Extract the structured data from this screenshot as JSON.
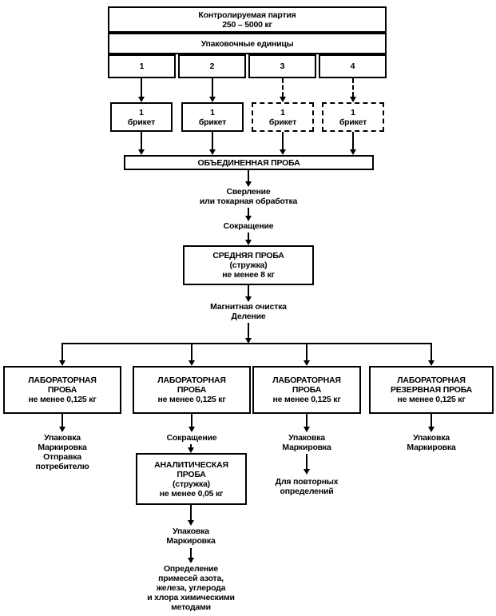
{
  "diagram": {
    "colors": {
      "line": "#000000",
      "background": "#ffffff"
    },
    "batch_box": {
      "label": "Контролируемая партия\n250 – 5000 кг"
    },
    "packing_units_box": {
      "label": "Упаковочные единицы"
    },
    "unit_cells": [
      {
        "label": "1"
      },
      {
        "label": "2"
      },
      {
        "label": "3"
      },
      {
        "label": "4"
      }
    ],
    "briquettes": [
      {
        "label": "1\nбрикет",
        "dashed": false
      },
      {
        "label": "1\nбрикет",
        "dashed": false
      },
      {
        "label": "1\nбрикет",
        "dashed": true
      },
      {
        "label": "1\nбрикет",
        "dashed": true
      }
    ],
    "combined_sample": {
      "label": "ОБЪЕДИНЕННАЯ ПРОБА"
    },
    "drilling_step": {
      "label": "Сверление\nили токарная обработка"
    },
    "reduction_step_1": {
      "label": "Сокращение"
    },
    "average_sample": {
      "label": "СРЕДНЯЯ ПРОБА\n(стружка)\nне менее 8 кг"
    },
    "magnetic_step": {
      "label": "Магнитная очистка\nДеление"
    },
    "lab_samples": [
      {
        "label": "ЛАБОРАТОРНАЯ\nПРОБА\nне менее 0,125 кг"
      },
      {
        "label": "ЛАБОРАТОРНАЯ\nПРОБА\nне менее 0,125 кг"
      },
      {
        "label": "ЛАБОРАТОРНАЯ\nПРОБА\nне менее 0,125 кг"
      },
      {
        "label": "ЛАБОРАТОРНАЯ\nРЕЗЕРВНАЯ ПРОБА\nне менее 0,125 кг"
      }
    ],
    "pack_ship_step": {
      "label": "Упаковка\nМаркировка\nОтправка\nпотребителю"
    },
    "reduction_step_2": {
      "label": "Сокращение"
    },
    "analytical_sample": {
      "label": "АНАЛИТИЧЕСКАЯ\nПРОБА\n(стружка)\nне менее 0,05 кг"
    },
    "pack_mark_step_3": {
      "label": "Упаковка\nМаркировка"
    },
    "repeat_determinations": {
      "label": "Для повторных\nопределений"
    },
    "pack_mark_step_4": {
      "label": "Упаковка\nМаркировка"
    },
    "pack_mark_analytical": {
      "label": "Упаковка\nМаркировка"
    },
    "final_determination": {
      "label": "Определение\nпримесей азота,\nжелеза, углерода\nи хлора химическими\nметодами"
    }
  }
}
